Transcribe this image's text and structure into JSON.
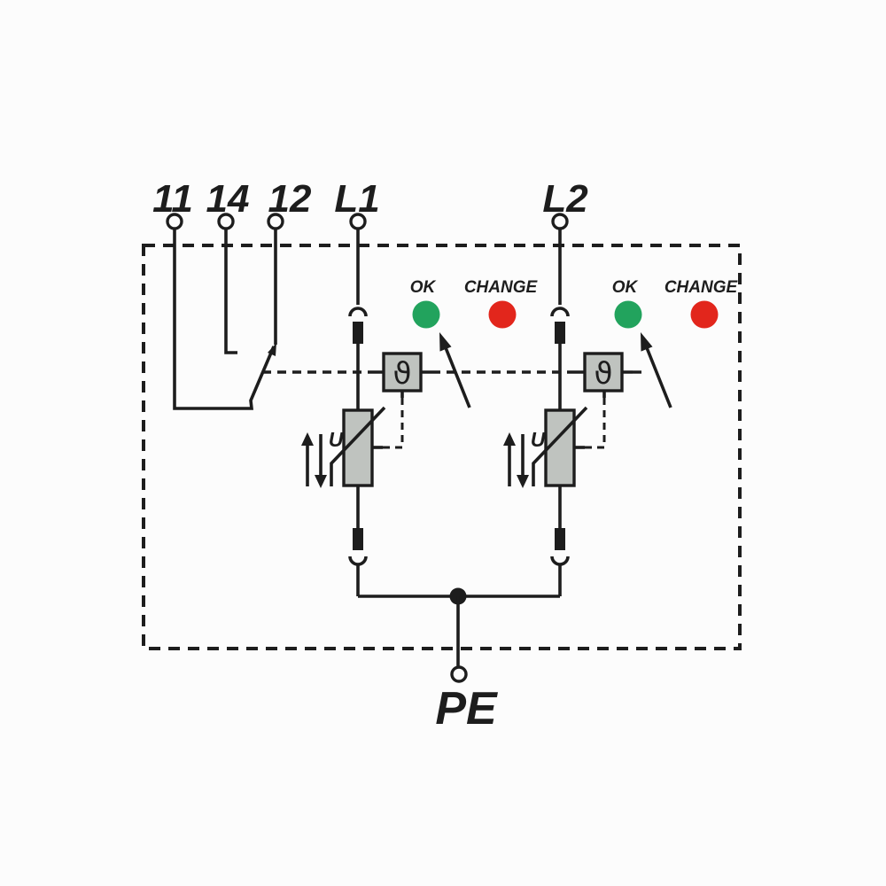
{
  "terminals": {
    "remote_signal_contacts": [
      {
        "label": "11"
      },
      {
        "label": "14"
      },
      {
        "label": "12"
      }
    ],
    "line_inputs": [
      {
        "label": "L1"
      },
      {
        "label": "L2"
      }
    ],
    "protective_earth": {
      "label": "PE"
    }
  },
  "channels": [
    {
      "ok_led_label": "OK",
      "change_led_label": "CHANGE",
      "thermal_disconnect_symbol": "ϑ",
      "varistor_voltage_label": "U"
    },
    {
      "ok_led_label": "OK",
      "change_led_label": "CHANGE",
      "thermal_disconnect_symbol": "ϑ",
      "varistor_voltage_label": "U"
    }
  ],
  "colors": {
    "led_ok": "#22a35d",
    "led_change": "#e2261c",
    "component_fill": "#bfc3bf",
    "wire": "#1d1d1d",
    "background": "#fcfcfc"
  }
}
